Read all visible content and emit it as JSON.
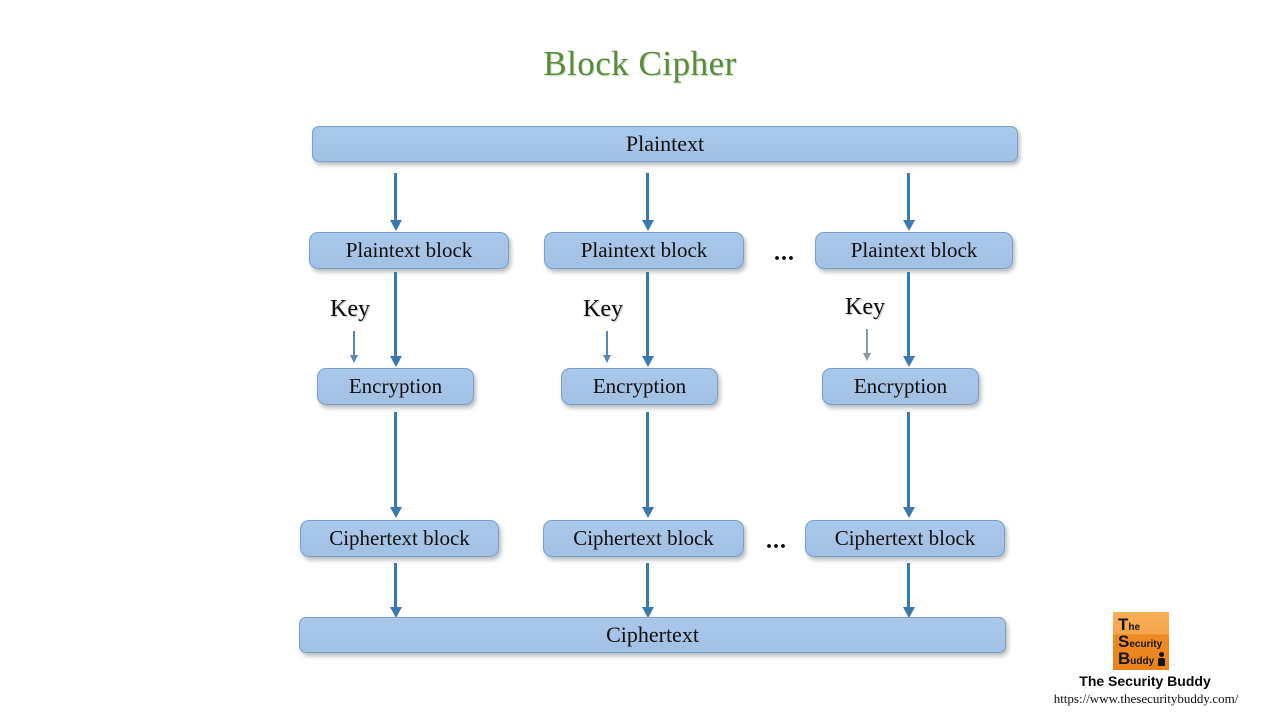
{
  "title": "Block Cipher",
  "theme": {
    "title_color": "#5a8a3c",
    "box_fill": "#a5c5e8",
    "box_border": "#7a9ec4",
    "arrow_color": "#3a78b0",
    "key_arrow_color": "#5a86b8",
    "logo_orange_light": "#f7b05a",
    "logo_orange_dark": "#ec821b",
    "background": "#ffffff"
  },
  "diagram": {
    "top_bar": {
      "label": "Plaintext"
    },
    "bottom_bar": {
      "label": "Ciphertext"
    },
    "ellipsis": "...",
    "columns": [
      {
        "plaintext_block": "Plaintext block",
        "key_label": "Key",
        "encryption": "Encryption",
        "ciphertext_block": "Ciphertext block"
      },
      {
        "plaintext_block": "Plaintext block",
        "key_label": "Key",
        "encryption": "Encryption",
        "ciphertext_block": "Ciphertext block"
      },
      {
        "plaintext_block": "Plaintext block",
        "key_label": "Key",
        "encryption": "Encryption",
        "ciphertext_block": "Ciphertext block"
      }
    ]
  },
  "footer": {
    "logo": {
      "line1_cap": "T",
      "line1_rest": "he",
      "line2_cap": "S",
      "line2_rest": "ecurity",
      "line3_cap": "B",
      "line3_rest": "uddy"
    },
    "brand_name": "The Security Buddy",
    "brand_url": "https://www.thesecuritybuddy.com/"
  }
}
